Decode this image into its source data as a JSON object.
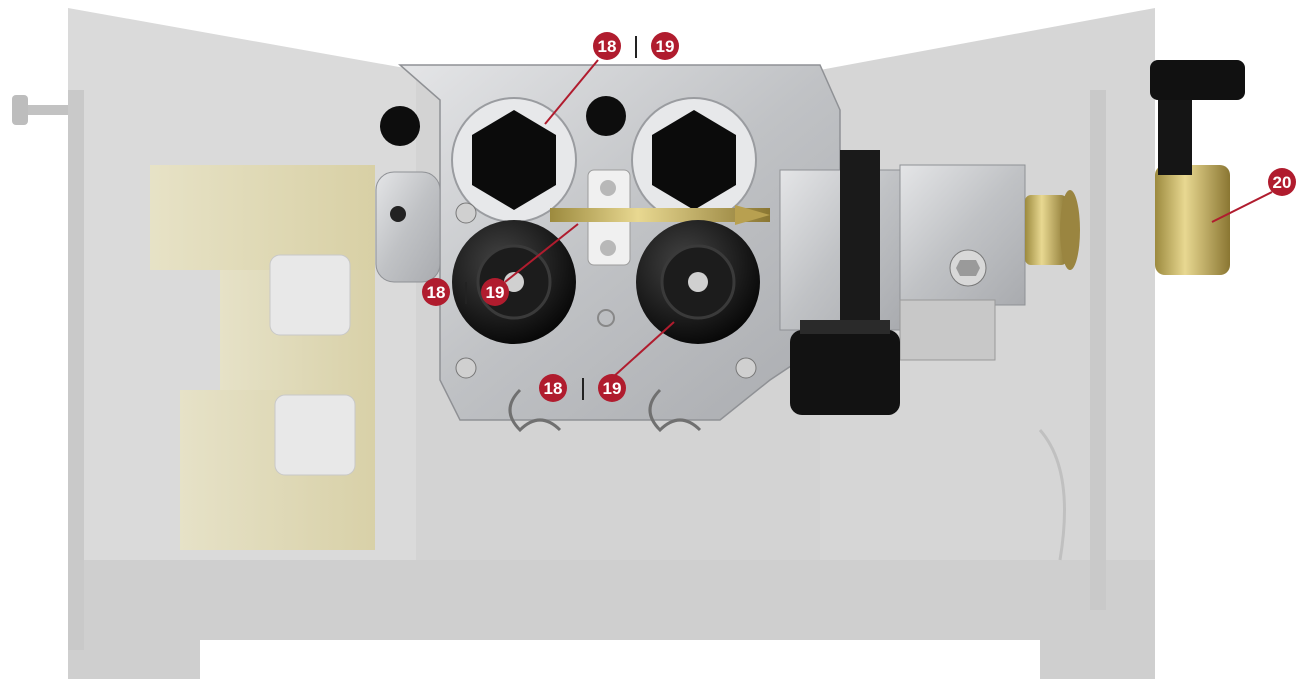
{
  "colors": {
    "badge": "#b01c2e",
    "leader": "#b01c2e",
    "housing": "#d9d9d9",
    "metal": "#c4c6c9",
    "brass": "#c8b46a",
    "roller": "#111111"
  },
  "callouts": {
    "top": {
      "left": "18",
      "right": "19"
    },
    "mid_left": {
      "left": "18",
      "right": "19"
    },
    "bottom": {
      "left": "18",
      "right": "19"
    },
    "right": {
      "label": "20"
    }
  }
}
